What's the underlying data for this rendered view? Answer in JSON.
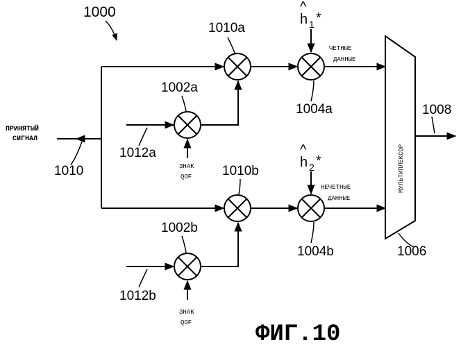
{
  "figure": {
    "id_label": "1000",
    "caption": "ФИГ.10"
  },
  "inputs": {
    "received_line1": "ПРИНЯТЫЙ",
    "received_line2": "СИГНАЛ",
    "received_ref": "1010",
    "upper_ref": "1012a",
    "lower_ref": "1012b"
  },
  "multipliers": {
    "m1010a": "1010a",
    "m1010b": "1010b",
    "m1002a": "1002a",
    "m1002b": "1002b",
    "m1004a": "1004a",
    "m1004b": "1004b"
  },
  "qof": {
    "upper_line1": "ЗНАК",
    "upper_line2": "QOF",
    "lower_line1": "ЗНАК",
    "lower_line2": "QOF"
  },
  "channel": {
    "h1": "h",
    "h1_sub": "1",
    "h1_star": "*",
    "h2": "h",
    "h2_sub": "2",
    "h2_star": "*"
  },
  "data_labels": {
    "even_line1": "ЧЕТНЫЕ",
    "even_line2": "ДАННЫЕ",
    "odd_line1": "НЕЧЕТНЫЕ",
    "odd_line2": "ДАННЫЕ"
  },
  "mux": {
    "label": "МУЛЬТИПЛЕКСОР",
    "ref": "1006",
    "output_ref": "1008"
  }
}
